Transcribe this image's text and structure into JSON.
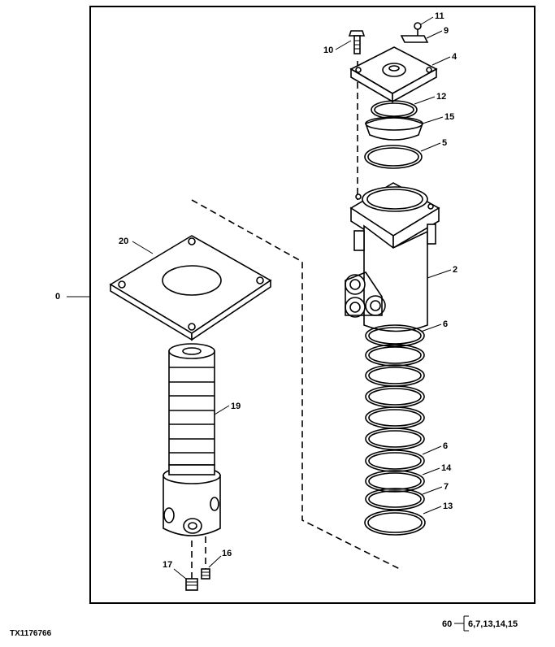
{
  "figure_id": "TX1176766",
  "callouts": {
    "c0": "0",
    "c2": "2",
    "c4": "4",
    "c5": "5",
    "c6a": "6",
    "c6b": "6",
    "c7": "7",
    "c9": "9",
    "c10": "10",
    "c11": "11",
    "c12": "12",
    "c13": "13",
    "c14": "14",
    "c15": "15",
    "c16": "16",
    "c17": "17",
    "c19": "19",
    "c20": "20"
  },
  "kit_reference": {
    "prefix": "60",
    "items": "6,7,13,14,15"
  }
}
